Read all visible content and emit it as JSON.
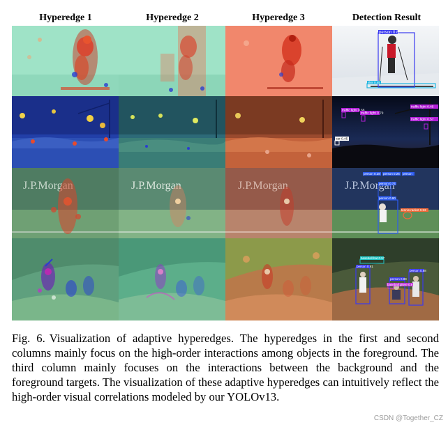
{
  "figure": {
    "columns": [
      {
        "title": "Hyperedge 1"
      },
      {
        "title": "Hyperedge 2"
      },
      {
        "title": "Hyperedge 3"
      },
      {
        "title": "Detection Result"
      }
    ],
    "rows": [
      {
        "scene": "skier",
        "detections": [
          {
            "label": "person 0.8",
            "color": "#3a3af0"
          },
          {
            "label": "skis 0.45",
            "color": "#1fb5e0"
          }
        ]
      },
      {
        "scene": "night-traffic",
        "detections": [
          {
            "label": "traffic light 0.68",
            "color": "#b21fd8"
          },
          {
            "label": "traffic light 0.79",
            "color": "#b21fd8"
          },
          {
            "label": "traffic light 0.45",
            "color": "#b21fd8"
          },
          {
            "label": "traffic light 0.57",
            "color": "#b21fd8"
          },
          {
            "label": "car 0.45",
            "color": "#ffffff"
          }
        ]
      },
      {
        "scene": "tennis",
        "banner_text": "J.P.Morgan",
        "detections": [
          {
            "label": "person 0.28",
            "color": "#2d5cf0"
          },
          {
            "label": "person 0.26",
            "color": "#2d5cf0"
          },
          {
            "label": "person",
            "color": "#2d5cf0"
          },
          {
            "label": "person 0.74",
            "color": "#2d5cf0"
          },
          {
            "label": "person 0.90",
            "color": "#2d5cf0"
          },
          {
            "label": "tennis racket 0.53",
            "color": "#f06a3a"
          }
        ]
      },
      {
        "scene": "baseball",
        "detections": [
          {
            "label": "baseball bat 0.57",
            "color": "#22c7c7"
          },
          {
            "label": "person 0.91",
            "color": "#3a3af0"
          },
          {
            "label": "person 0.88",
            "color": "#3a3af0"
          },
          {
            "label": "person 0.89",
            "color": "#3a3af0"
          },
          {
            "label": "baseball glove 0.6",
            "color": "#c234d8"
          }
        ]
      }
    ]
  },
  "caption": {
    "label": "Fig. 6.",
    "text": "Visualization of adaptive hyperedges. The hyperedges in the first and second columns mainly focus on the high-order interactions among objects in the foreground. The third column mainly focuses on the interactions between the background and the foreground targets. The visualization of these adaptive hyperedges can intuitively reflect the high-order visual correlations modeled by our YOLOv13."
  },
  "watermark": "CSDN @Together_CZ",
  "colors": {
    "heat_green": "#9be0c0",
    "heat_salmon": "#f08a6f",
    "heat_red": "#e83a2a",
    "heat_blue": "#2a3fd0"
  }
}
